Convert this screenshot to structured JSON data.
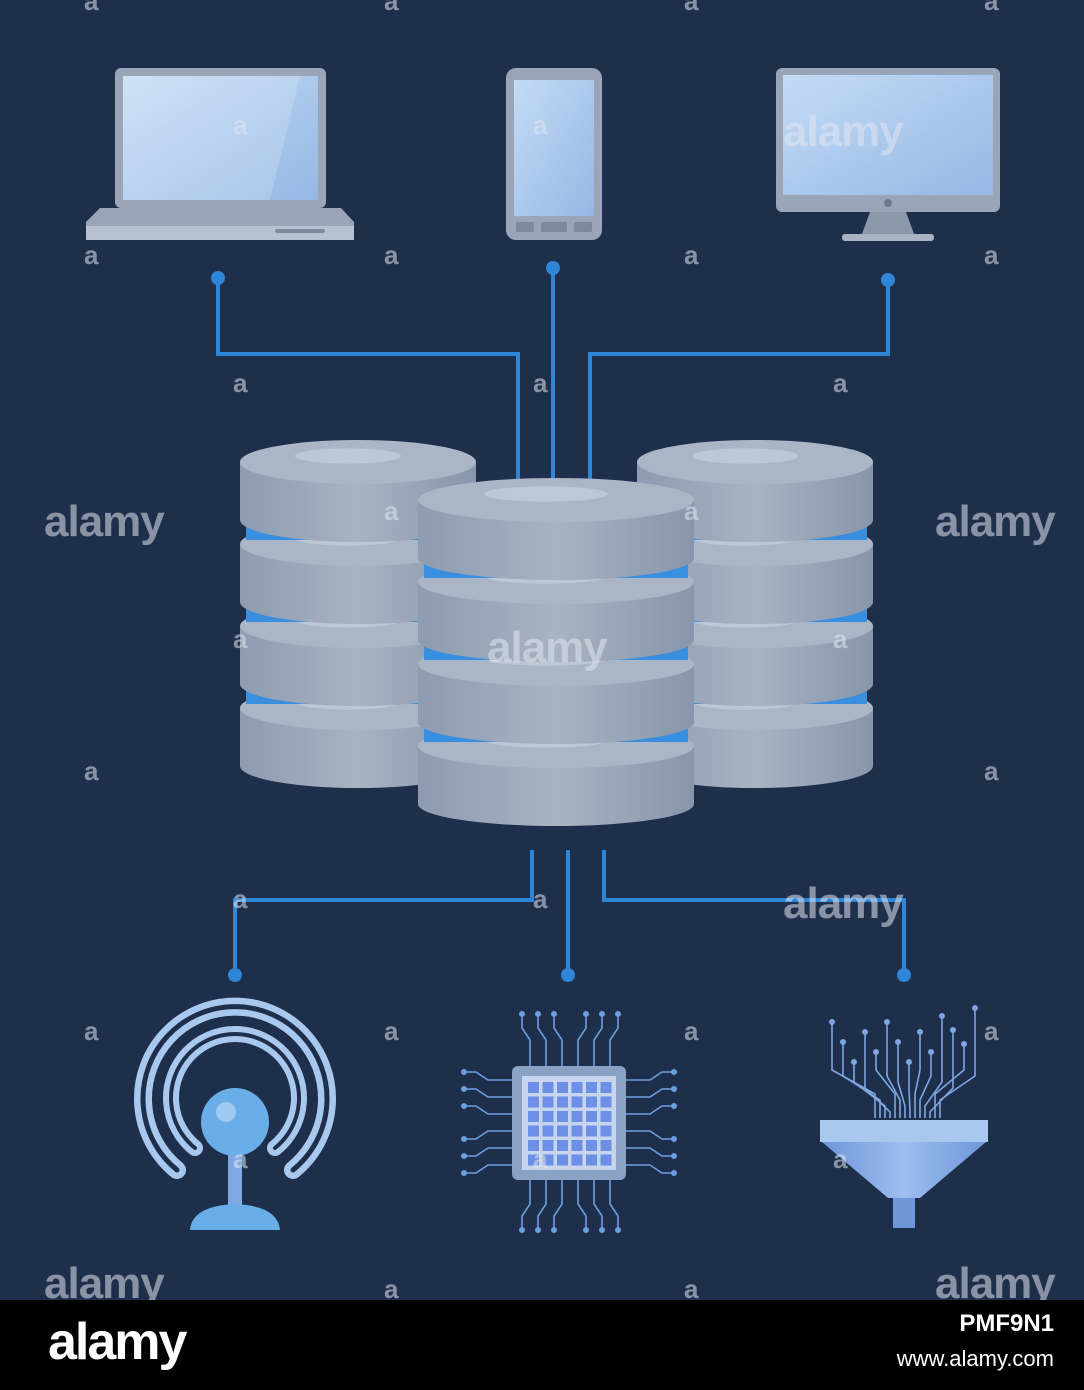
{
  "watermark": {
    "word": "alamy",
    "letter": "a"
  },
  "colors": {
    "background": "#1e2f4b",
    "connector": "#2f86d6",
    "device_body": "#9aa6b8",
    "screen": "#a9c8ee",
    "disk": "#a2aebf",
    "disk_band": "#3a8ee0",
    "footer": "#000000"
  },
  "diagram": {
    "hub": "database-server-stack",
    "top_devices": [
      "laptop-icon",
      "smartphone-icon",
      "desktop-monitor-icon"
    ],
    "bottom_nodes": [
      "wireless-signal-icon",
      "cpu-chip-icon",
      "data-funnel-icon"
    ]
  },
  "footer": {
    "logo": "alamy",
    "image_id": "PMF9N1",
    "url": "www.alamy.com"
  }
}
